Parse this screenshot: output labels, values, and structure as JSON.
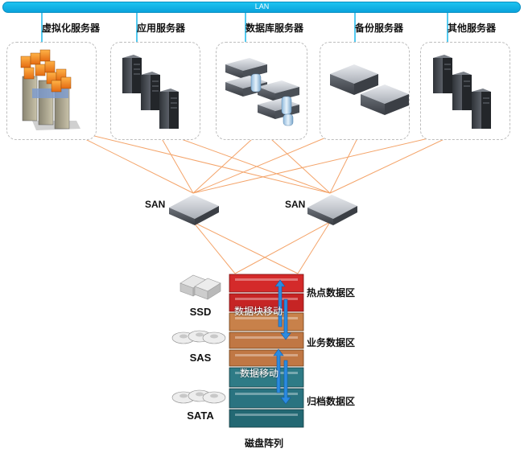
{
  "lan": {
    "label": "LAN"
  },
  "server_groups": [
    {
      "title": "虚拟化服务器",
      "icon": "virtualization-server-icon"
    },
    {
      "title": "应用服务器",
      "icon": "tower-server-icon"
    },
    {
      "title": "数据库服务器",
      "icon": "database-server-icon"
    },
    {
      "title": "备份服务器",
      "icon": "rack-server-icon"
    },
    {
      "title": "其他服务器",
      "icon": "tower-server-icon"
    }
  ],
  "san_switches": [
    {
      "label": "SAN",
      "icon": "san-switch-icon"
    },
    {
      "label": "SAN",
      "icon": "san-switch-icon"
    }
  ],
  "disk_types": [
    {
      "label": "SSD",
      "icon": "ssd-disk-icon"
    },
    {
      "label": "SAS",
      "icon": "sas-disk-icon"
    },
    {
      "label": "SATA",
      "icon": "sata-disk-icon"
    }
  ],
  "zones": [
    {
      "label": "热点数据区",
      "color": "#d42a2a"
    },
    {
      "label": "业务数据区",
      "color": "#c8814a"
    },
    {
      "label": "归档数据区",
      "color": "#2e7b86"
    }
  ],
  "movements": [
    {
      "label": "数据块移动"
    },
    {
      "label": "数据移动"
    }
  ],
  "disk_array": {
    "title": "磁盘阵列"
  },
  "colors": {
    "lan": "#1ab8ea",
    "fc_link": "#f4a46a",
    "group_border": "#bdbdbd",
    "arrow": "#2b8be0"
  }
}
